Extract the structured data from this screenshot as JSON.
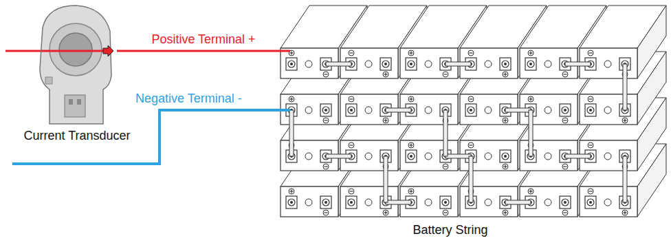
{
  "diagram": {
    "nodes": [
      {
        "text": [
          "Current Transducer"
        ]
      },
      {
        "text": [
          "Battery String"
        ]
      }
    ],
    "edges": [
      {
        "from": 0,
        "to": 1,
        "label": "Positive Terminal +",
        "arrow": "none"
      }
    ],
    "labels": [
      "Negative Terminal -"
    ]
  }
}
